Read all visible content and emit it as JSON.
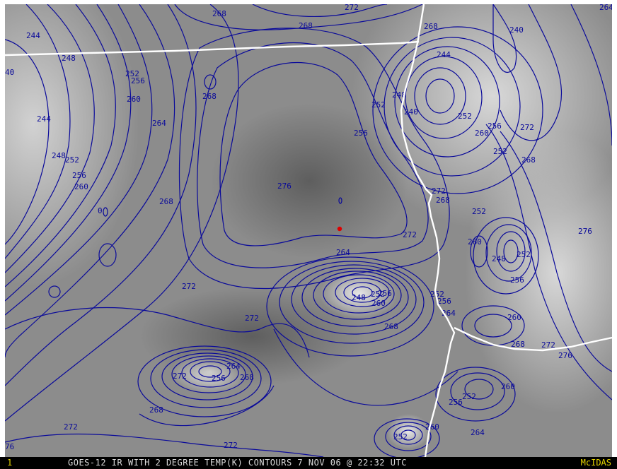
{
  "status_bar": {
    "frame_number": "1",
    "caption": "GOES-12 IR WITH 2 DEGREE TEMP(K) CONTOURS 7 NOV 06 @ 22:32 UTC",
    "brand": "McIDAS"
  },
  "colors": {
    "contour": "#0a0a9a",
    "boundary": "#ffffff",
    "station_marker": "#e00000",
    "brand": "#e6d400",
    "status_bg": "#000000"
  },
  "contour_labels": [
    "244",
    "248",
    "252",
    "256",
    "260",
    "264",
    "268",
    "272",
    "276",
    "240",
    "0"
  ],
  "map_features": [
    "state-boundary-north",
    "state-boundary-east",
    "state-boundary-southeast",
    "station-marker"
  ]
}
